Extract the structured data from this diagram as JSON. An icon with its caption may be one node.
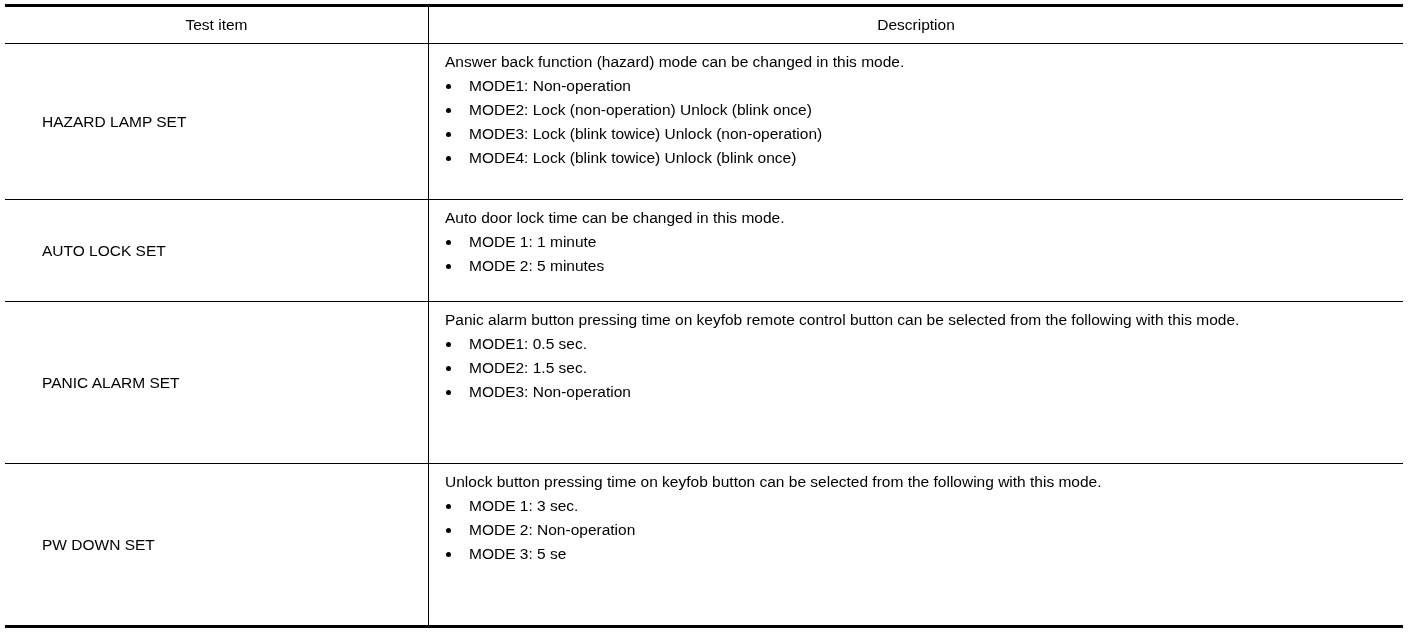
{
  "diagram": {
    "labels": [
      "Test item",
      "Description",
      "HAZARD LAMP SET",
      "Answer back function (hazard) mode can be changed in this mode.",
      "MODE1: Non-operation",
      "MODE2: Lock (non-operation) Unlock (blink once)",
      "MODE3: Lock (blink towice) Unlock (non-operation)",
      "MODE4: Lock (blink towice) Unlock (blink once)",
      "AUTO LOCK SET",
      "Auto door lock time can be changed in this mode.",
      "MODE 1: 1 minute",
      "MODE 2: 5 minutes",
      "PANIC ALARM SET",
      "Panic alarm button pressing time on keyfob remote control button can be selected from the following with this mode.",
      "MODE1: 0.5 sec.",
      "MODE2: 1.5 sec.",
      "MODE3: Non-operation",
      "PW DOWN SET",
      "Unlock button pressing time on keyfob button can be selected from the following with this mode.",
      "MODE 1: 3 sec.",
      "MODE 2: Non-operation",
      "MODE 3: 5 se"
    ]
  }
}
